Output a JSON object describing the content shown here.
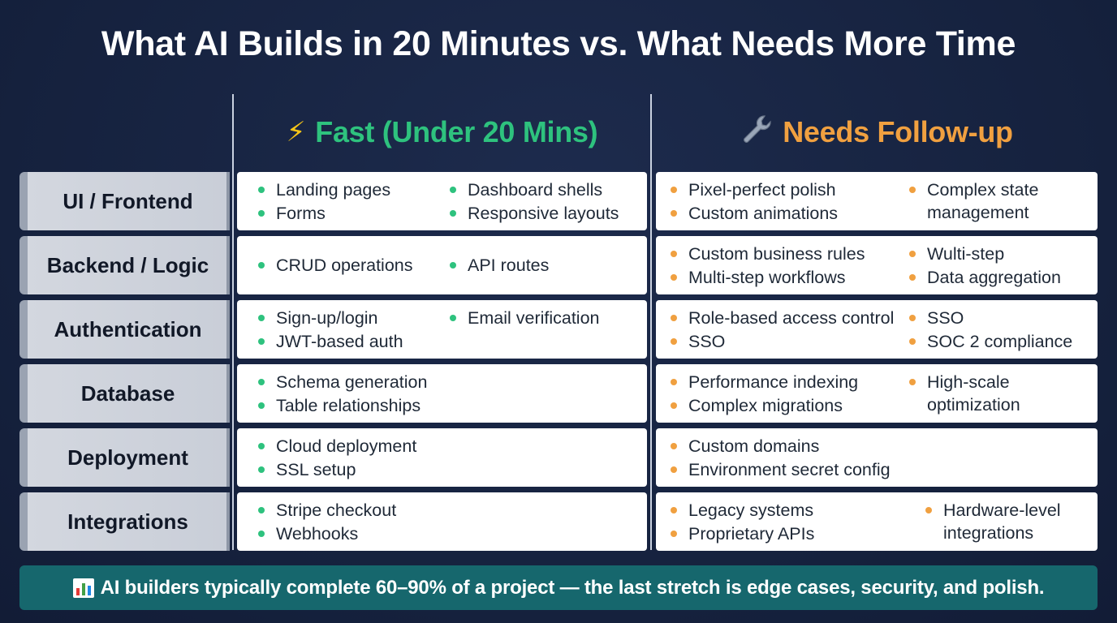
{
  "title": "What AI Builds in 20 Minutes vs. What Needs More Time",
  "columns": {
    "fast": {
      "icon": "lightning-bolt-icon",
      "label": "Fast (Under 20 Mins)"
    },
    "slow": {
      "icon": "wrench-icon",
      "label": "Needs Follow-up"
    }
  },
  "colors": {
    "fast": "#2ec27e",
    "slow": "#f0a040",
    "banner": "#16676d"
  },
  "rows": [
    {
      "label": "UI / Frontend",
      "fast": [
        "Landing pages",
        "Forms",
        "Dashboard shells",
        "Responsive layouts"
      ],
      "slow": [
        "Pixel-perfect polish",
        "Custom animations",
        "Complex state management"
      ]
    },
    {
      "label": "Backend / Logic",
      "fast": [
        "CRUD operations",
        "API routes"
      ],
      "slow": [
        "Custom business rules",
        "Multi-step workflows",
        "Wulti-step",
        "Data aggregation"
      ]
    },
    {
      "label": "Authentication",
      "fast": [
        "Sign-up/login",
        "JWT-based auth",
        "Email verification"
      ],
      "slow": [
        "Role-based access control",
        "SSO",
        "SSO",
        "SOC 2 compliance"
      ]
    },
    {
      "label": "Database",
      "fast": [
        "Schema generation",
        "Table relationships"
      ],
      "slow": [
        "Performance indexing",
        "Complex migrations",
        "High-scale optimization"
      ]
    },
    {
      "label": "Deployment",
      "fast": [
        "Cloud deployment",
        "SSL setup"
      ],
      "slow": [
        "Custom domains",
        "Environment secret config"
      ]
    },
    {
      "label": "Integrations",
      "fast": [
        "Stripe checkout",
        "Webhooks"
      ],
      "slow": [
        "Legacy systems",
        "Proprietary APIs",
        "Hardware-level integrations"
      ]
    }
  ],
  "banner": {
    "icon": "bar-chart-icon",
    "text": "AI builders typically complete 60–90% of a project — the last stretch is edge cases, security, and polish."
  }
}
